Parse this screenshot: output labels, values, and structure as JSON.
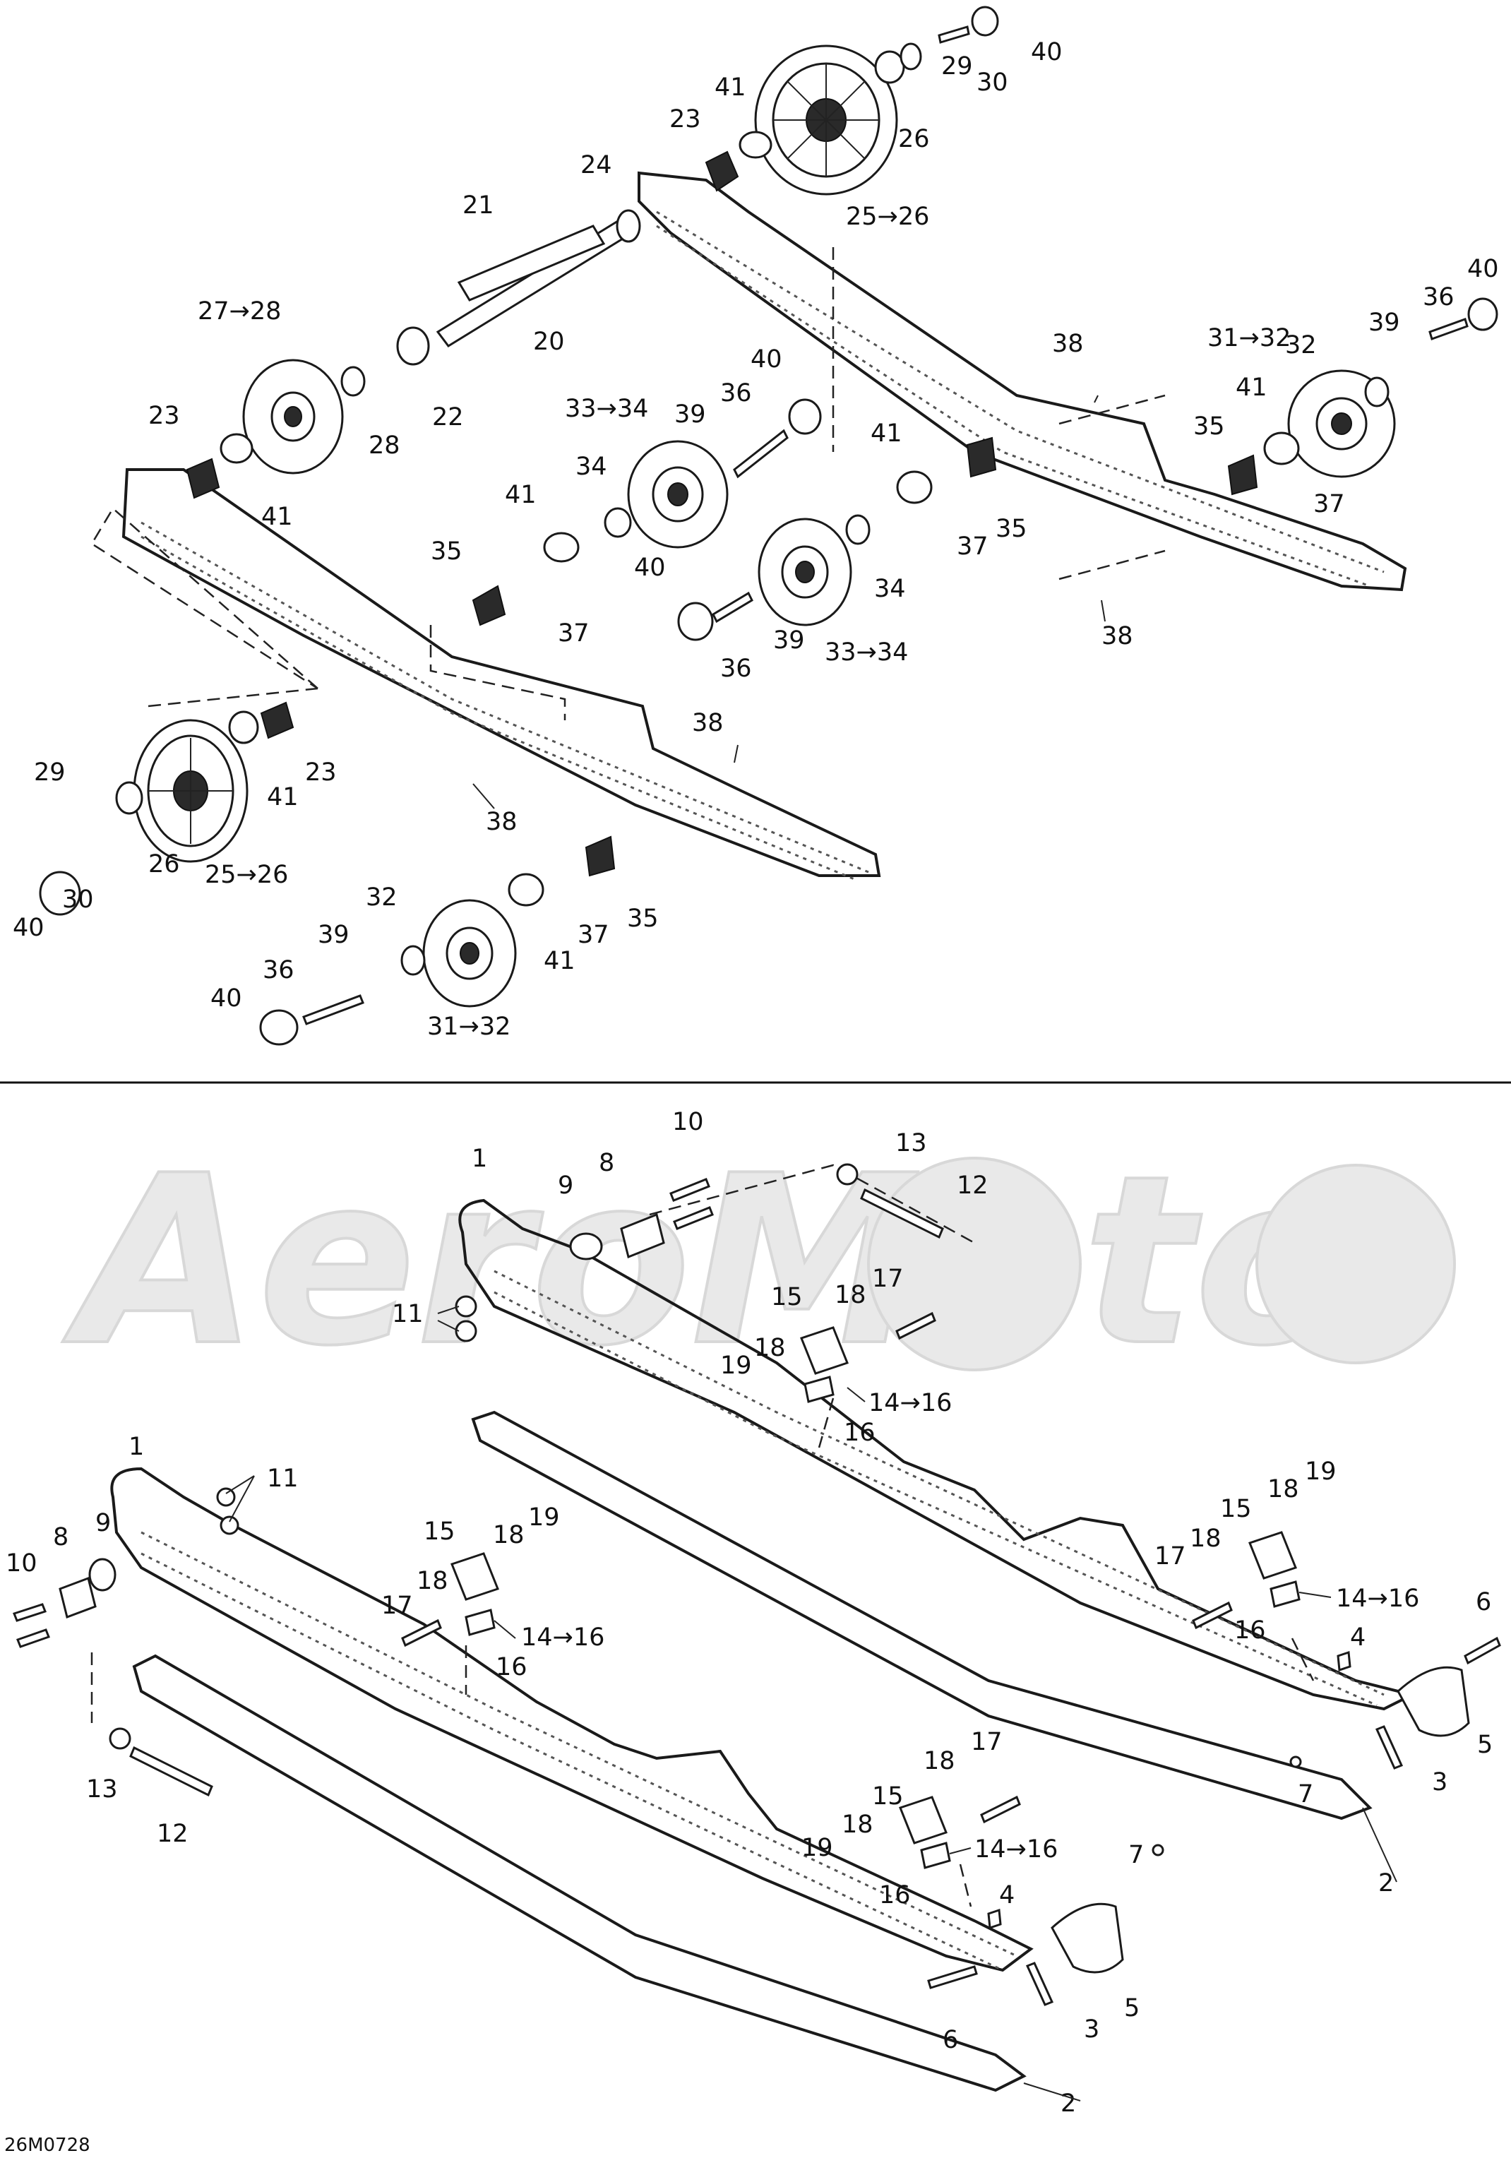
{
  "figure_code": "26M0728",
  "watermark_text": "AeroMoto",
  "labels_upper": {
    "l21": "21",
    "l20": "20",
    "l24": "24",
    "l23a": "23",
    "l41a": "41",
    "l29a": "29",
    "l30a": "30",
    "l40a": "40",
    "l26a": "26",
    "l2526a": "25→26",
    "l2728": "27→28",
    "l22": "22",
    "l28": "28",
    "l23b": "23",
    "l41b": "41",
    "l3334a": "33→34",
    "l39a": "39",
    "l36a": "36",
    "l40b": "40",
    "l34a": "34",
    "l41c": "41",
    "l35a": "35",
    "l37a": "37",
    "l38a": "38",
    "l3132a": "31→32",
    "l32a": "32",
    "l39b": "39",
    "l36b": "36",
    "l40c": "40",
    "l41d": "41",
    "l35b": "35",
    "l37b": "37",
    "l38b": "38",
    "l41e": "41",
    "l35c": "35",
    "l37c": "37",
    "l40d": "40",
    "l39c": "39",
    "l36c": "36",
    "l3334b": "33→34",
    "l34b": "34",
    "l38c": "38",
    "l38d": "38",
    "l29b": "29",
    "l30b": "30",
    "l40e": "40",
    "l26b": "26",
    "l2526b": "25→26",
    "l41f": "41",
    "l23c": "23",
    "l35d": "35",
    "l37d": "37",
    "l41g": "41",
    "l32b": "32",
    "l39d": "39",
    "l36d": "36",
    "l40f": "40",
    "l3132b": "31→32"
  },
  "labels_lower": {
    "m10a": "10",
    "m13a": "13",
    "m12a": "12",
    "m1a": "1",
    "m9a": "9",
    "m8a": "8",
    "m11a": "11",
    "m17a": "17",
    "m18a": "18",
    "m15a": "15",
    "m18b": "18",
    "m19a": "19",
    "m1416a": "14→16",
    "m16a": "16",
    "m1b": "1",
    "m11b": "11",
    "m10b": "10",
    "m8b": "8",
    "m9b": "9",
    "m15b": "15",
    "m18c": "18",
    "m19b": "19",
    "m17b": "17",
    "m18d": "18",
    "m1416b": "14→16",
    "m16b": "16",
    "m13b": "13",
    "m12b": "12",
    "m15c": "15",
    "m18e": "18",
    "m19c": "19",
    "m17c": "17",
    "m18f": "18",
    "m1416c": "14→16",
    "m16c": "16",
    "m6a": "6",
    "m4a": "4",
    "m5a": "5",
    "m3a": "3",
    "m7a": "7",
    "m2a": "2",
    "m15d": "15",
    "m18g": "18",
    "m17d": "17",
    "m18h": "18",
    "m19d": "19",
    "m1416d": "14→16",
    "m16d": "16",
    "m4b": "4",
    "m7b": "7",
    "m5b": "5",
    "m3b": "3",
    "m6b": "6",
    "m2b": "2"
  }
}
